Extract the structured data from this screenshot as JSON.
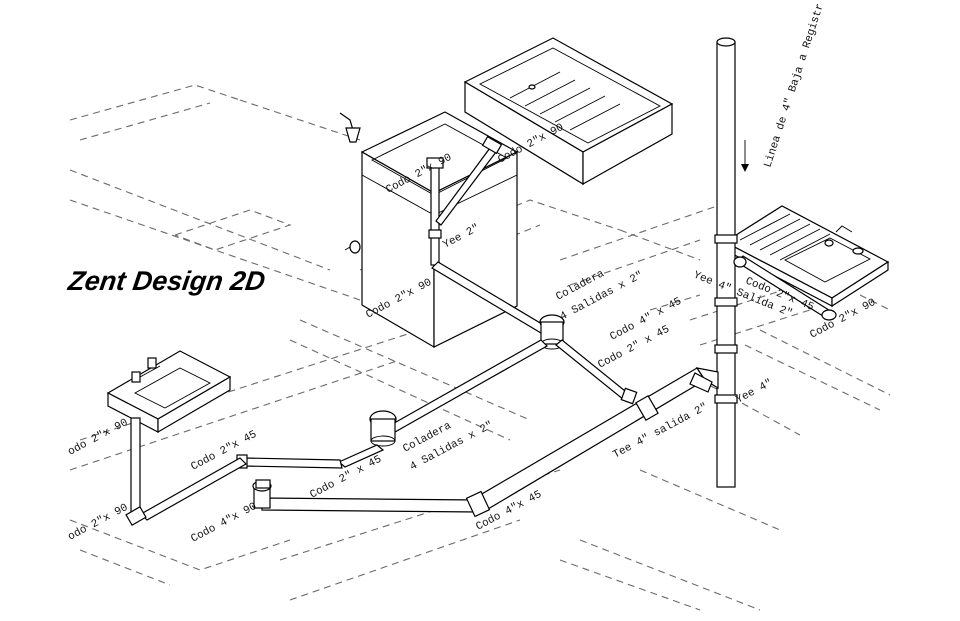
{
  "brand": "Zent Design 2D",
  "labels": {
    "codo_2x90_top": "Codo 2\"x 90",
    "codo_2x90_sink": "Codo 2\"x 90",
    "yee_2": "Yee 2\"",
    "codo_2x90_mid": "Codo 2\"x 90",
    "coladera_top": "Coladera",
    "coladera_top_sub": "4 Salidas x 2\"",
    "codo_2x45_right": "Codo 2\" x 45",
    "codo_4x45_top": "Codo 4\" x 45",
    "yee_4_salida": "Yee 4\" Salida 2\"",
    "codo_2x45_kitchen": "Codo 2\"x 45",
    "codo_2x90_kitchen": "Codo 2\"x 90",
    "linea_bajante": "Linea de 4\" Baja a Registr",
    "yee_4": "Yee 4\"",
    "tee_4_salida": "Tee 4\" salida 2\"",
    "coladera_low": "Coladera",
    "coladera_low_sub": "4 Salidas x 2\"",
    "codo_2x45_left": "Codo 2\"x 45",
    "codo_2x45_low": "Codo 2\" x 45",
    "codo_2x90_lav": "odo 2\"x 90",
    "codo_2x90_lav_low": "odo 2\"x 90",
    "codo_4x90": "Codo 4\"x 90",
    "codo_4x45_low": "Codo 4\"x 45"
  }
}
